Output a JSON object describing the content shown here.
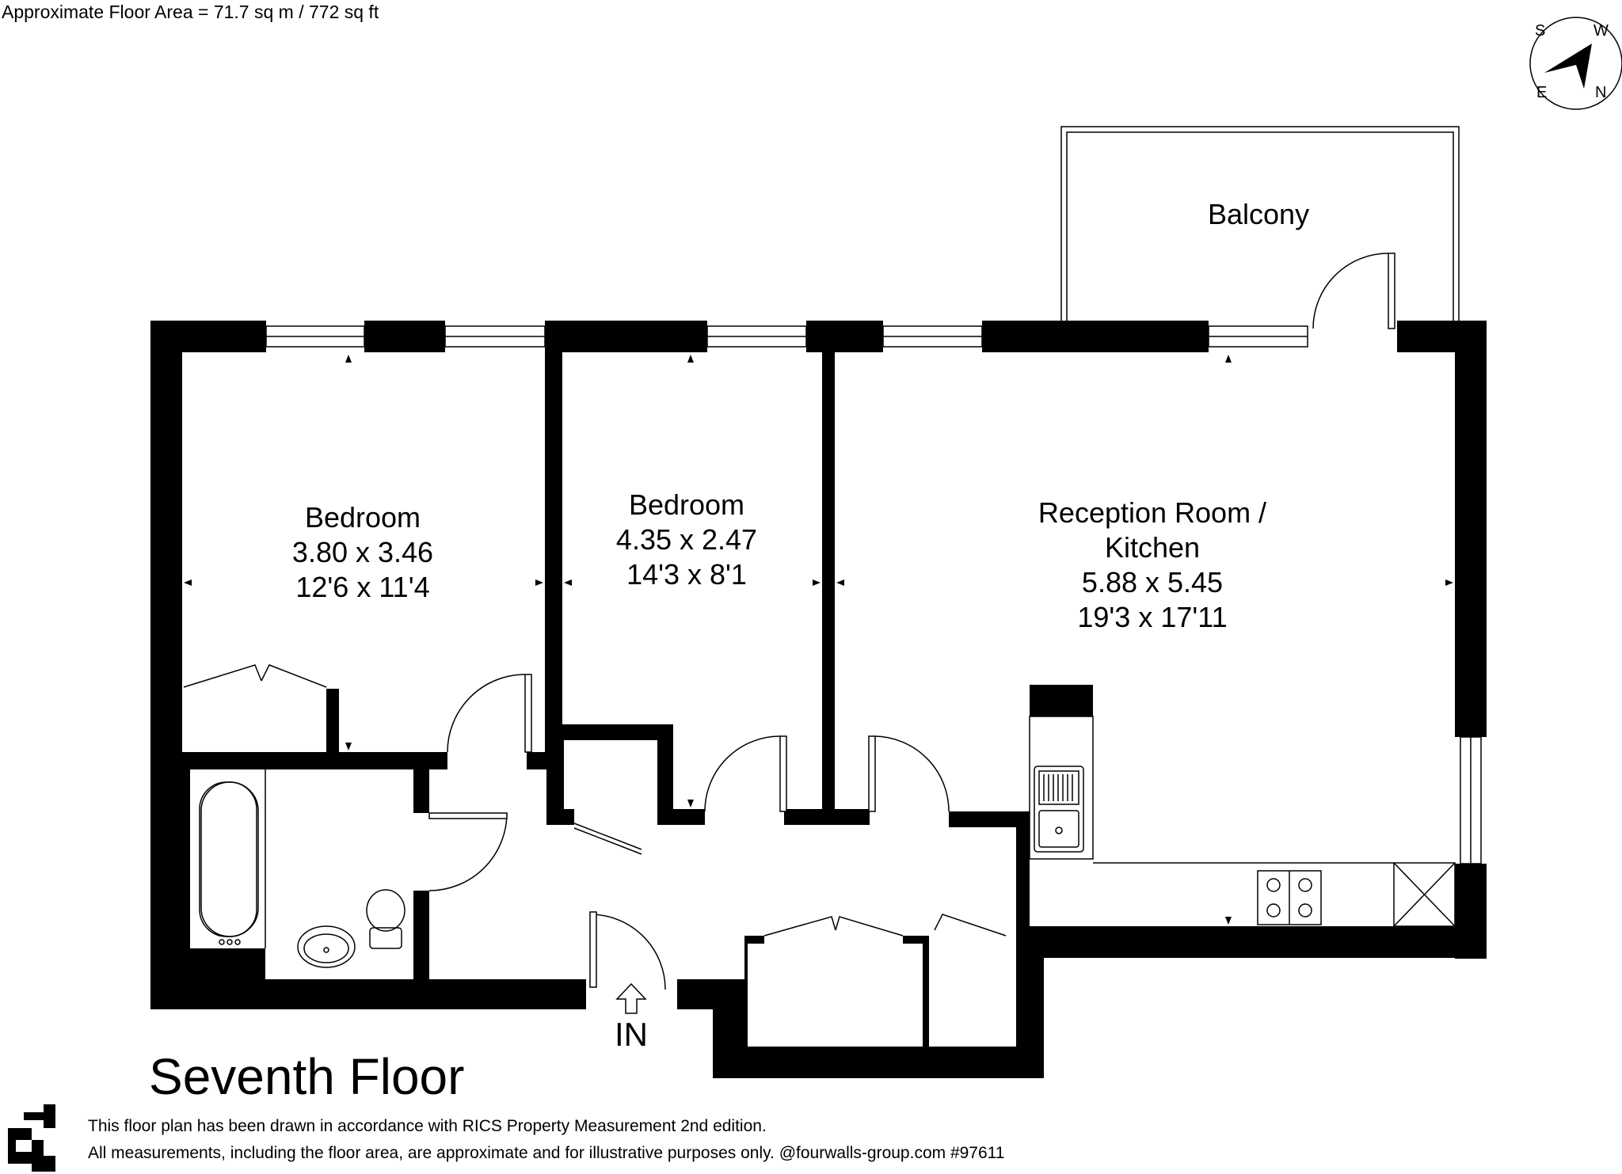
{
  "header": {
    "floor_area": "Approximate Floor Area = 71.7 sq m / 772 sq ft"
  },
  "compass": {
    "s": "S",
    "w": "W",
    "e": "E",
    "n": "N",
    "icon": "compass-icon"
  },
  "rooms": {
    "balcony": {
      "name": "Balcony"
    },
    "bedroom1": {
      "name": "Bedroom",
      "metric": "3.80 x 3.46",
      "imperial": "12'6 x 11'4"
    },
    "bedroom2": {
      "name": "Bedroom",
      "metric": "4.35 x 2.47",
      "imperial": "14'3 x 8'1"
    },
    "reception": {
      "name_line1": "Reception Room /",
      "name_line2": "Kitchen",
      "metric": "5.88 x 5.45",
      "imperial": "19'3 x 17'11"
    }
  },
  "entrance": {
    "label": "IN"
  },
  "floor_title": "Seventh Floor",
  "footer": {
    "line1": "This floor plan has been drawn in accordance with RICS Property Measurement 2nd edition.",
    "line2": "All measurements, including the floor area, are approximate and for illustrative purposes only. @fourwalls-group.com #97611",
    "logo_icon": "fourwalls-logo"
  },
  "colors": {
    "wall": "#000000",
    "background": "#ffffff",
    "line": "#000000"
  }
}
